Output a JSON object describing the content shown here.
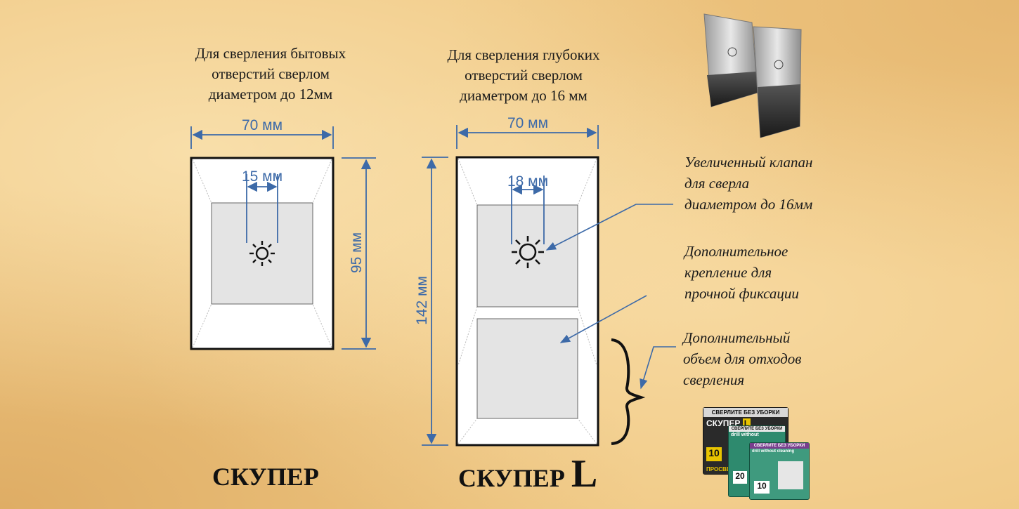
{
  "left": {
    "caption_lines": [
      "Для сверления бытовых",
      "отверстий сверлом",
      "диаметром до 12мм"
    ],
    "width_label": "70 мм",
    "height_label": "95 мм",
    "valve_label": "15 мм",
    "brand": "СКУПЕР"
  },
  "right": {
    "caption_lines": [
      "Для сверления глубоких",
      "отверстий сверлом",
      "диаметром до 16 мм"
    ],
    "width_label": "70 мм",
    "height_label": "142 мм",
    "valve_label": "18 мм",
    "brand": "СКУПЕР",
    "brand_suffix": "L"
  },
  "notes": [
    {
      "lines": [
        "Увеличенный клапан",
        "для сверла",
        "диаметром до 16мм"
      ]
    },
    {
      "lines": [
        "Дополнительное",
        "крепление для",
        "прочной фиксации"
      ]
    },
    {
      "lines": [
        "Дополнительный",
        "объем для отходов",
        "сверления"
      ]
    }
  ],
  "packages": {
    "back_header": "СВЕРЛИТЕ БЕЗ УБОРКИ",
    "back_title": "СКУПЕР",
    "back_title_suffix": "L",
    "back_count": "10",
    "back_footer": "ПРОСВЕ",
    "middle_header": "СВЕРЛИТЕ БЕЗ УБОРКИ",
    "middle_sub": "drill without",
    "middle_count": "20",
    "front_header": "СВЕРЛИТЕ БЕЗ УБОРКИ",
    "front_sub": "drill without cleaning",
    "front_count": "10"
  },
  "colors": {
    "dimension": "#3d6aa8",
    "valve_fill": "#e4e4e4",
    "frame": "#111111"
  }
}
